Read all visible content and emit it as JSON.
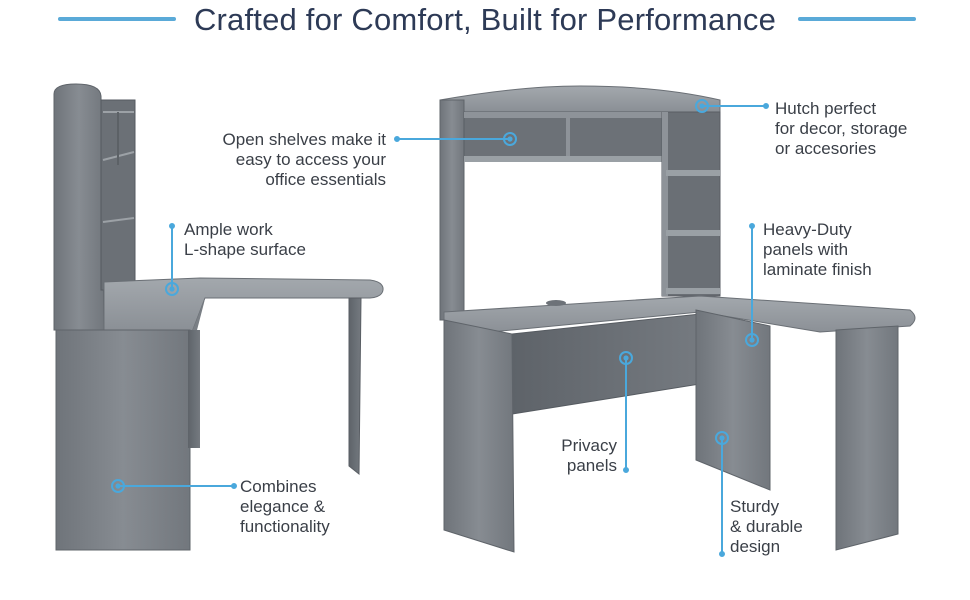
{
  "title": "Crafted for Comfort, Built for Performance",
  "colors": {
    "accent": "#4aa8dc",
    "title": "#2d3a56",
    "text": "#3a3f47",
    "wood": "#7c8187"
  },
  "callouts": {
    "open_shelves": [
      "Open shelves make it",
      "easy to access your",
      "office essentials"
    ],
    "hutch": [
      "Hutch perfect",
      "for decor, storage",
      "or accesories"
    ],
    "ample_work": [
      "Ample work",
      "L-shape surface"
    ],
    "heavy_duty": [
      "Heavy-Duty",
      "panels with",
      "laminate finish"
    ],
    "privacy": [
      "Privacy",
      "panels"
    ],
    "combines": [
      "Combines",
      "elegance &",
      "functionality"
    ],
    "sturdy": [
      "Sturdy",
      "& durable",
      "design"
    ]
  }
}
